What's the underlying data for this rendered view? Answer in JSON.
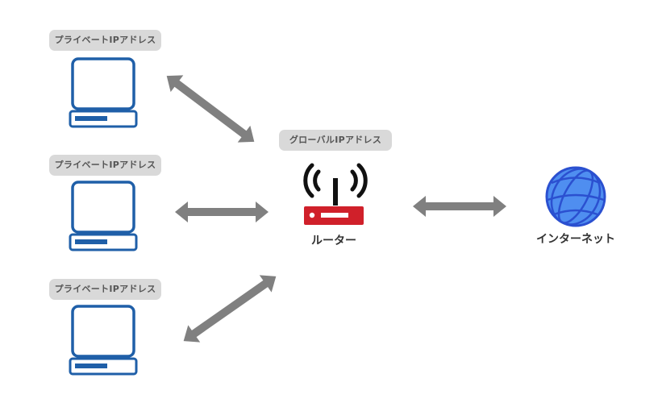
{
  "diagram": {
    "private_labels": [
      "プライベートIPアドレス",
      "プライベートIPアドレス",
      "プライベートIPアドレス"
    ],
    "global_label": "グローバルIPアドレス",
    "router_label": "ルーター",
    "internet_label": "インターネット"
  },
  "colors": {
    "computer_stroke": "#1f5fa8",
    "arrow": "#808080",
    "router_red": "#d0202a",
    "router_black": "#111111",
    "globe_fill": "#4f8ef0",
    "globe_lines": "#2b50d0",
    "badge_bg": "#d9d9d9"
  }
}
